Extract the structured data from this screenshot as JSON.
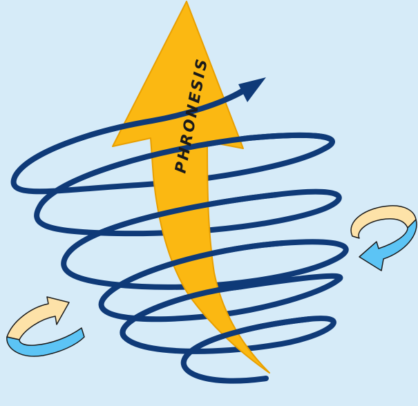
{
  "diagram": {
    "label": "PHRONESIS",
    "colors": {
      "background": "#d6ebf8",
      "spiral": "#0f3a78",
      "arrow_fill": "#fbb812",
      "arrow_stroke": "#e89f00",
      "label": "#1a1a1a",
      "cycle_light": "#fde2a8",
      "cycle_blue": "#5cc4f5",
      "cycle_outline": "#1a1a1a"
    },
    "icons": [
      "spiral-path",
      "upward-arrow",
      "cycle-arrow-right",
      "cycle-arrow-left"
    ]
  }
}
